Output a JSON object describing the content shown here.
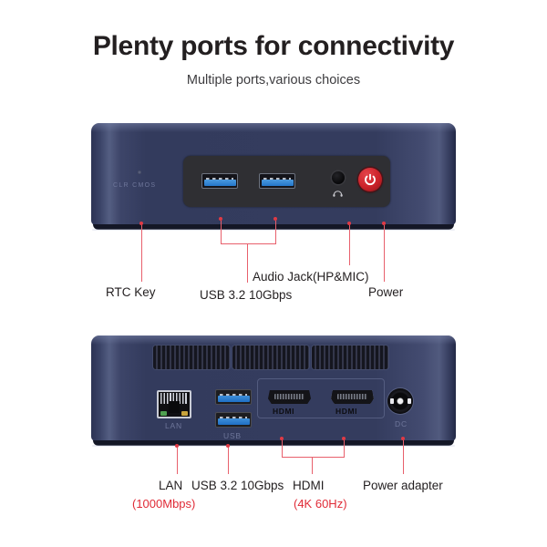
{
  "header": {
    "headline": "Plenty ports for connectivity",
    "subhead": "Multiple ports,various choices"
  },
  "colors": {
    "accent_red": "#e02b37",
    "leader_red": "#e8606c",
    "chassis_navy": "#343c5e",
    "front_panel_dark": "#2f2f33",
    "usb_blue": "#2477c9",
    "power_button_red": "#cc2229",
    "text_dark": "#231f20"
  },
  "front_device": {
    "name": "mini-pc-front-view",
    "silkscreen": {
      "clr_cmos": "CLR  CMOS"
    },
    "ports": [
      {
        "id": "rtc-key",
        "type": "pinhole",
        "label": "CLR CMOS reset pinhole"
      },
      {
        "id": "usb-1",
        "type": "usb-a",
        "label": "USB 3.2 Type-A"
      },
      {
        "id": "usb-2",
        "type": "usb-a",
        "label": "USB 3.2 Type-A"
      },
      {
        "id": "audio-jack",
        "type": "audio-3.5mm",
        "label": "Headphone / microphone combo jack"
      },
      {
        "id": "power-button",
        "type": "power-button",
        "label": "Power button"
      }
    ],
    "callouts": [
      {
        "id": "rtc-key",
        "label": "RTC Key",
        "spec": ""
      },
      {
        "id": "usb",
        "label": "USB 3.2 10Gbps",
        "spec": ""
      },
      {
        "id": "audio-jack",
        "label": "Audio Jack(HP&MIC)",
        "spec": ""
      },
      {
        "id": "power",
        "label": "Power",
        "spec": ""
      }
    ]
  },
  "rear_device": {
    "name": "mini-pc-rear-view",
    "silkscreen": {
      "lan": "LAN",
      "usb": "USB",
      "hdmi_left": "HDMI",
      "hdmi_right": "HDMI",
      "dc": "DC"
    },
    "vents": 3,
    "ports": [
      {
        "id": "lan",
        "type": "rj45",
        "label": "Gigabit Ethernet"
      },
      {
        "id": "usb-top",
        "type": "usb-a",
        "label": "USB 3.2 Type-A"
      },
      {
        "id": "usb-bottom",
        "type": "usb-a",
        "label": "USB 3.2 Type-A"
      },
      {
        "id": "hdmi-1",
        "type": "hdmi",
        "label": "HDMI output"
      },
      {
        "id": "hdmi-2",
        "type": "hdmi",
        "label": "HDMI output"
      },
      {
        "id": "dc-in",
        "type": "dc-barrel",
        "label": "DC power input"
      }
    ],
    "callouts": [
      {
        "id": "lan",
        "label": "LAN",
        "spec": "(1000Mbps)"
      },
      {
        "id": "usb",
        "label": "USB 3.2 10Gbps",
        "spec": ""
      },
      {
        "id": "hdmi",
        "label": "HDMI",
        "spec": "(4K 60Hz)"
      },
      {
        "id": "power-adapter",
        "label": "Power adapter",
        "spec": ""
      }
    ]
  }
}
